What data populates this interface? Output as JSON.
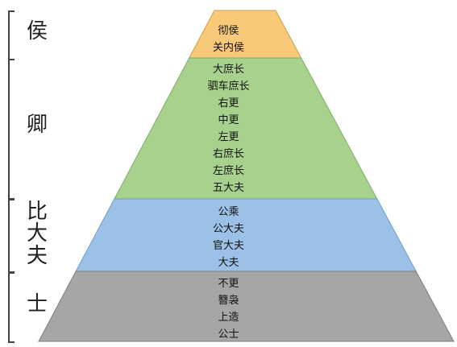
{
  "tiers": [
    {
      "name": "侯",
      "fill": "#f7c978",
      "ranks": [
        "彻侯",
        "关内侯"
      ]
    },
    {
      "name": "卿",
      "fill": "#a8d18d",
      "ranks": [
        "大庶长",
        "驷车庶长",
        "右更",
        "中更",
        "左更",
        "右庶长",
        "左庶长",
        "五大夫"
      ]
    },
    {
      "name": "比大夫",
      "fill": "#9cc1e6",
      "ranks": [
        "公乘",
        "公大夫",
        "官大夫",
        "大夫"
      ]
    },
    {
      "name": "士",
      "fill": "#a6a6a6",
      "ranks": [
        "不更",
        "簪袅",
        "上造",
        "公士"
      ]
    }
  ]
}
